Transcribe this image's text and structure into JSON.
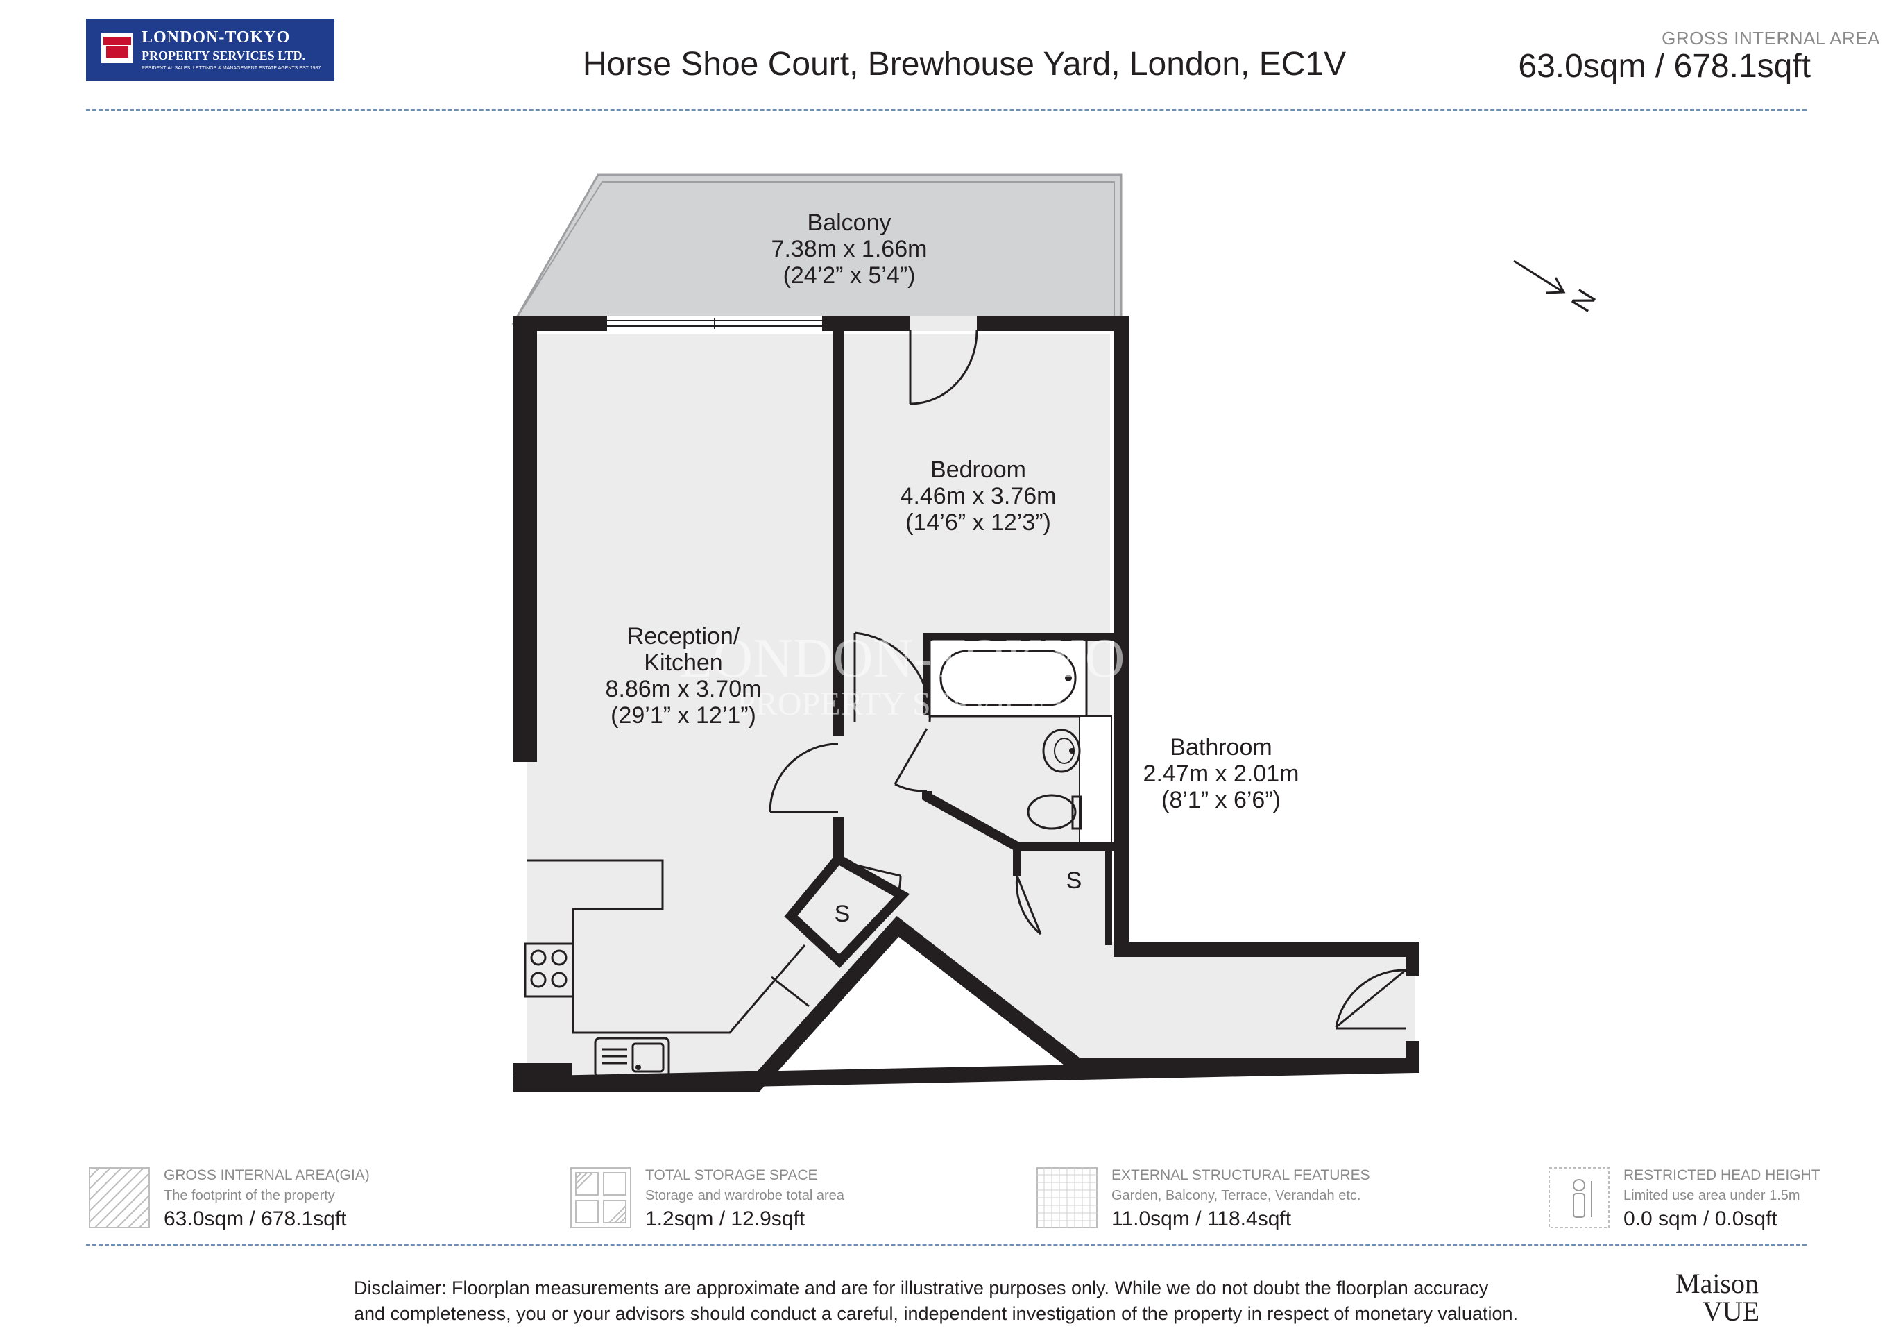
{
  "header": {
    "logo": {
      "name": "LONDON-TOKYO",
      "line2": "PROPERTY SERVICES LTD.",
      "tagline": "RESIDENTIAL SALES, LETTINGS & MANAGEMENT ESTATE AGENTS EST 1987"
    },
    "title": "Horse Shoe Court, Brewhouse Yard, London, EC1V",
    "gia_label": "GROSS INTERNAL AREA",
    "gia_value": "63.0sqm / 678.1sqft"
  },
  "compass": {
    "label": "N"
  },
  "watermark": {
    "line1": "LONDON-TOKYO",
    "line2": "PROPERTY SERVICES"
  },
  "rooms": {
    "balcony": {
      "name": "Balcony",
      "metric": "7.38m x 1.66m",
      "imperial": "(24’2” x 5’4”)"
    },
    "bedroom": {
      "name": "Bedroom",
      "metric": "4.46m x 3.76m",
      "imperial": "(14’6” x 12’3”)"
    },
    "reception": {
      "name1": "Reception/",
      "name2": "Kitchen",
      "metric": "8.86m x 3.70m",
      "imperial": "(29’1” x 12’1”)"
    },
    "bathroom": {
      "name": "Bathroom",
      "metric": "2.47m x 2.01m",
      "imperial": "(8’1” x 6’6”)"
    },
    "storage1": {
      "name": "S"
    },
    "storage2": {
      "name": "S"
    }
  },
  "legend": [
    {
      "title": "GROSS INTERNAL AREA(GIA)",
      "sub": "The footprint of the property",
      "value": "63.0sqm / 678.1sqft",
      "icon": "hatch-icon"
    },
    {
      "title": "TOTAL STORAGE SPACE",
      "sub": "Storage and wardrobe total area",
      "value": "1.2sqm / 12.9sqft",
      "icon": "storage-pattern-icon"
    },
    {
      "title": "EXTERNAL STRUCTURAL FEATURES",
      "sub": "Garden, Balcony, Terrace, Verandah etc.",
      "value": "11.0sqm / 118.4sqft",
      "icon": "grid-icon"
    },
    {
      "title": "RESTRICTED HEAD HEIGHT",
      "sub": "Limited use area under 1.5m",
      "value": "0.0 sqm / 0.0sqft",
      "icon": "person-icon"
    }
  ],
  "disclaimer": {
    "line1": "Disclaimer: Floorplan measurements are approximate and are for illustrative purposes only. While we do not doubt the floorplan accuracy",
    "line2": "and completeness, you or your advisors should conduct a careful, independent investigation of the property in respect of monetary valuation."
  },
  "brand": {
    "line1": "Maison",
    "line2": "VUE"
  }
}
